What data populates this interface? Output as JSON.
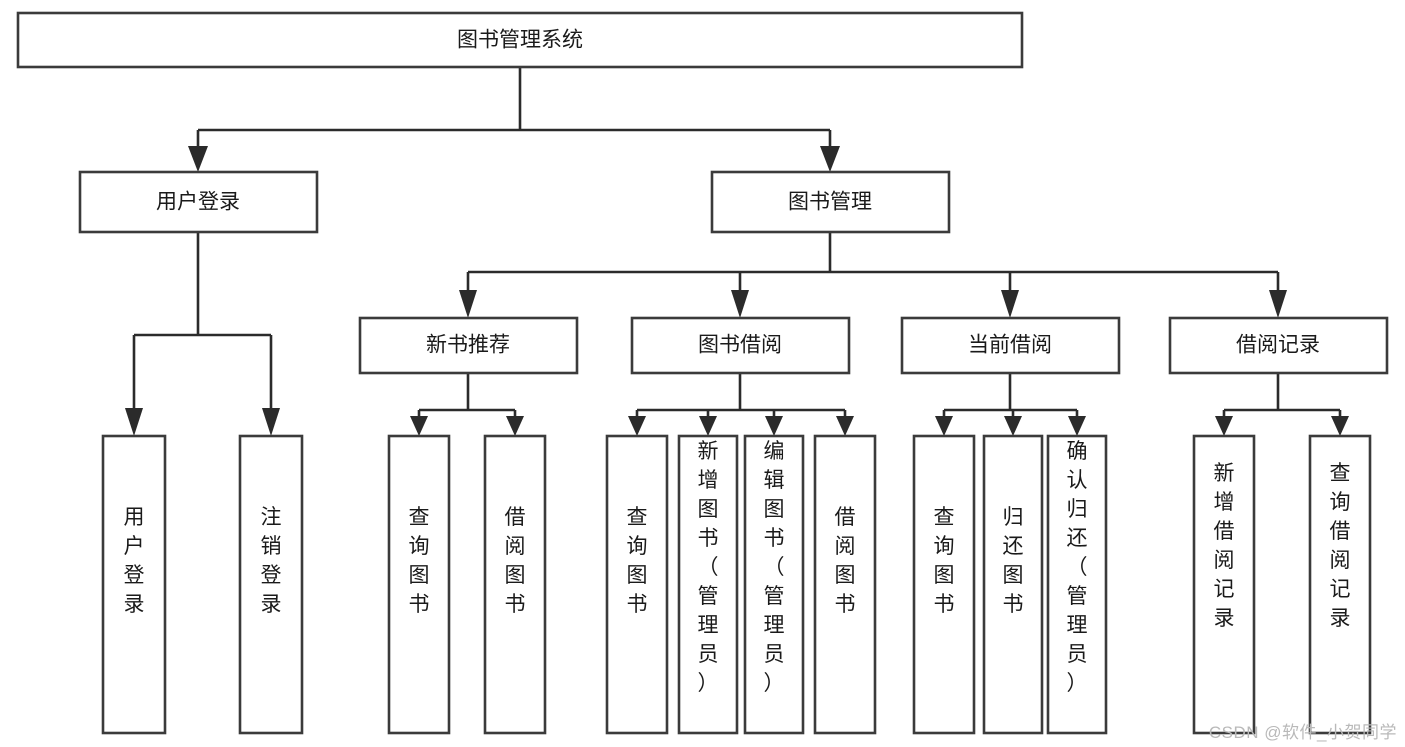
{
  "diagram": {
    "type": "hierarchy-tree",
    "title": "图书管理系统",
    "orientation": "top-down",
    "watermark": "CSDN @软件_小贺同学",
    "colors": {
      "box_stroke": "#3b3b3b",
      "box_fill": "#ffffff",
      "connector": "#2b2b2b",
      "text": "#1a1a1a",
      "watermark": "#b9b9b9",
      "background": "#ffffff"
    },
    "root": {
      "label": "图书管理系统",
      "orientation": "horizontal"
    },
    "level2": [
      {
        "label": "用户登录",
        "orientation": "horizontal"
      },
      {
        "label": "图书管理",
        "orientation": "horizontal"
      }
    ],
    "level3": [
      {
        "label": "新书推荐",
        "orientation": "horizontal"
      },
      {
        "label": "图书借阅",
        "orientation": "horizontal"
      },
      {
        "label": "当前借阅",
        "orientation": "horizontal"
      },
      {
        "label": "借阅记录",
        "orientation": "horizontal"
      }
    ],
    "leaves": {
      "user_login": [
        {
          "label": "用户登录",
          "orientation": "vertical"
        },
        {
          "label": "注销登录",
          "orientation": "vertical"
        }
      ],
      "new_book_recommend": [
        {
          "label": "查询图书",
          "orientation": "vertical"
        },
        {
          "label": "借阅图书",
          "orientation": "vertical"
        }
      ],
      "book_borrow": [
        {
          "label": "查询图书",
          "orientation": "vertical"
        },
        {
          "label": "新增图书（管理员）",
          "orientation": "vertical"
        },
        {
          "label": "编辑图书（管理员）",
          "orientation": "vertical"
        },
        {
          "label": "借阅图书",
          "orientation": "vertical"
        }
      ],
      "current_borrow": [
        {
          "label": "查询图书",
          "orientation": "vertical"
        },
        {
          "label": "归还图书",
          "orientation": "vertical"
        },
        {
          "label": "确认归还（管理员）",
          "orientation": "vertical"
        }
      ],
      "borrow_record": [
        {
          "label": "新增借阅记录",
          "orientation": "vertical"
        },
        {
          "label": "查询借阅记录",
          "orientation": "vertical"
        }
      ]
    }
  }
}
